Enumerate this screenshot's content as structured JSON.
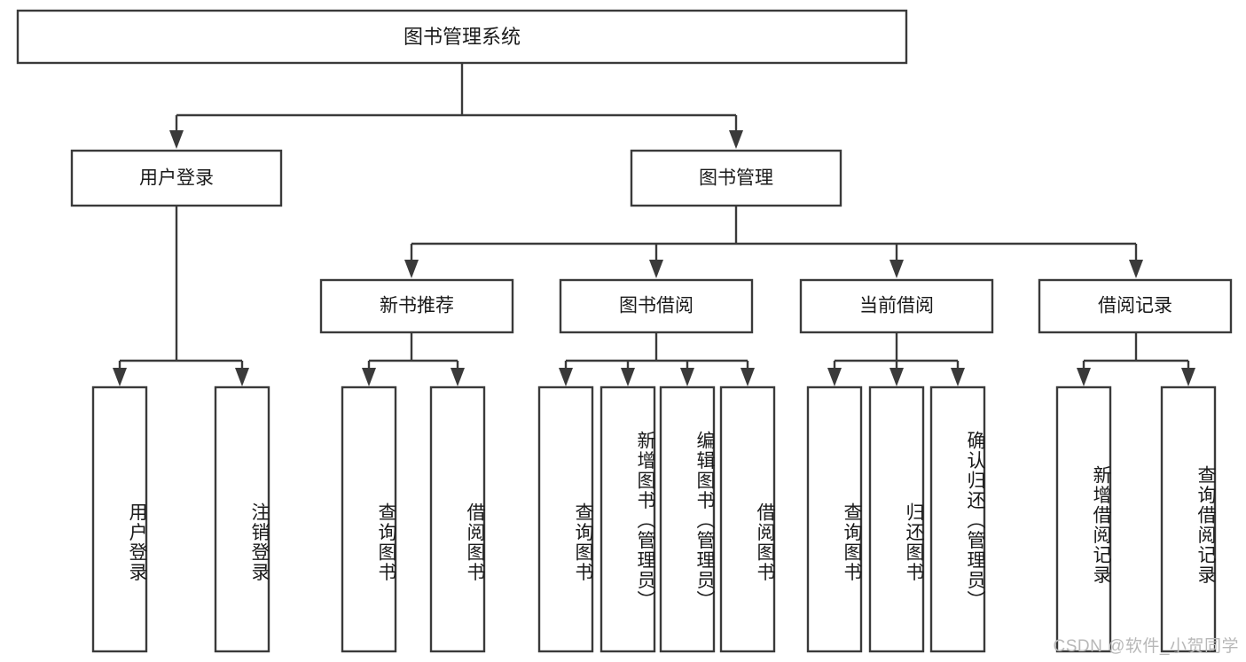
{
  "diagram": {
    "type": "tree-hierarchy-flowchart",
    "root": {
      "id": "root",
      "label": "图书管理系统"
    },
    "level2": [
      {
        "id": "user-login",
        "label": "用户登录"
      },
      {
        "id": "book-management",
        "label": "图书管理"
      }
    ],
    "level3": [
      {
        "id": "new-book-recommend",
        "label": "新书推荐",
        "parent": "book-management"
      },
      {
        "id": "book-borrow",
        "label": "图书借阅",
        "parent": "book-management"
      },
      {
        "id": "current-borrow",
        "label": "当前借阅",
        "parent": "book-management"
      },
      {
        "id": "borrow-record",
        "label": "借阅记录",
        "parent": "book-management"
      }
    ],
    "leaves": [
      {
        "id": "leaf-user-login",
        "label": "用户登录",
        "parent": "user-login"
      },
      {
        "id": "leaf-logout-login",
        "label": "注销登录",
        "parent": "user-login"
      },
      {
        "id": "leaf-query-book-1",
        "label": "查询图书",
        "parent": "new-book-recommend"
      },
      {
        "id": "leaf-borrow-book-1",
        "label": "借阅图书",
        "parent": "new-book-recommend"
      },
      {
        "id": "leaf-query-book-2",
        "label": "查询图书",
        "parent": "book-borrow"
      },
      {
        "id": "leaf-add-book",
        "label": "新增图书（管理员）",
        "parent": "book-borrow"
      },
      {
        "id": "leaf-edit-book",
        "label": "编辑图书（管理员）",
        "parent": "book-borrow"
      },
      {
        "id": "leaf-borrow-book-2",
        "label": "借阅图书",
        "parent": "book-borrow"
      },
      {
        "id": "leaf-query-book-3",
        "label": "查询图书",
        "parent": "current-borrow"
      },
      {
        "id": "leaf-return-book",
        "label": "归还图书",
        "parent": "current-borrow"
      },
      {
        "id": "leaf-confirm-return",
        "label": "确认归还（管理员）",
        "parent": "current-borrow"
      },
      {
        "id": "leaf-add-record",
        "label": "新增借阅记录",
        "parent": "borrow-record"
      },
      {
        "id": "leaf-query-record",
        "label": "查询借阅记录",
        "parent": "borrow-record"
      }
    ]
  },
  "watermark": {
    "text": "CSDN @软件_小贺同学"
  },
  "colors": {
    "stroke": "#3a3a3a",
    "fill": "#ffffff",
    "text": "#1a1a1a",
    "watermark": "#b8b8b8"
  }
}
